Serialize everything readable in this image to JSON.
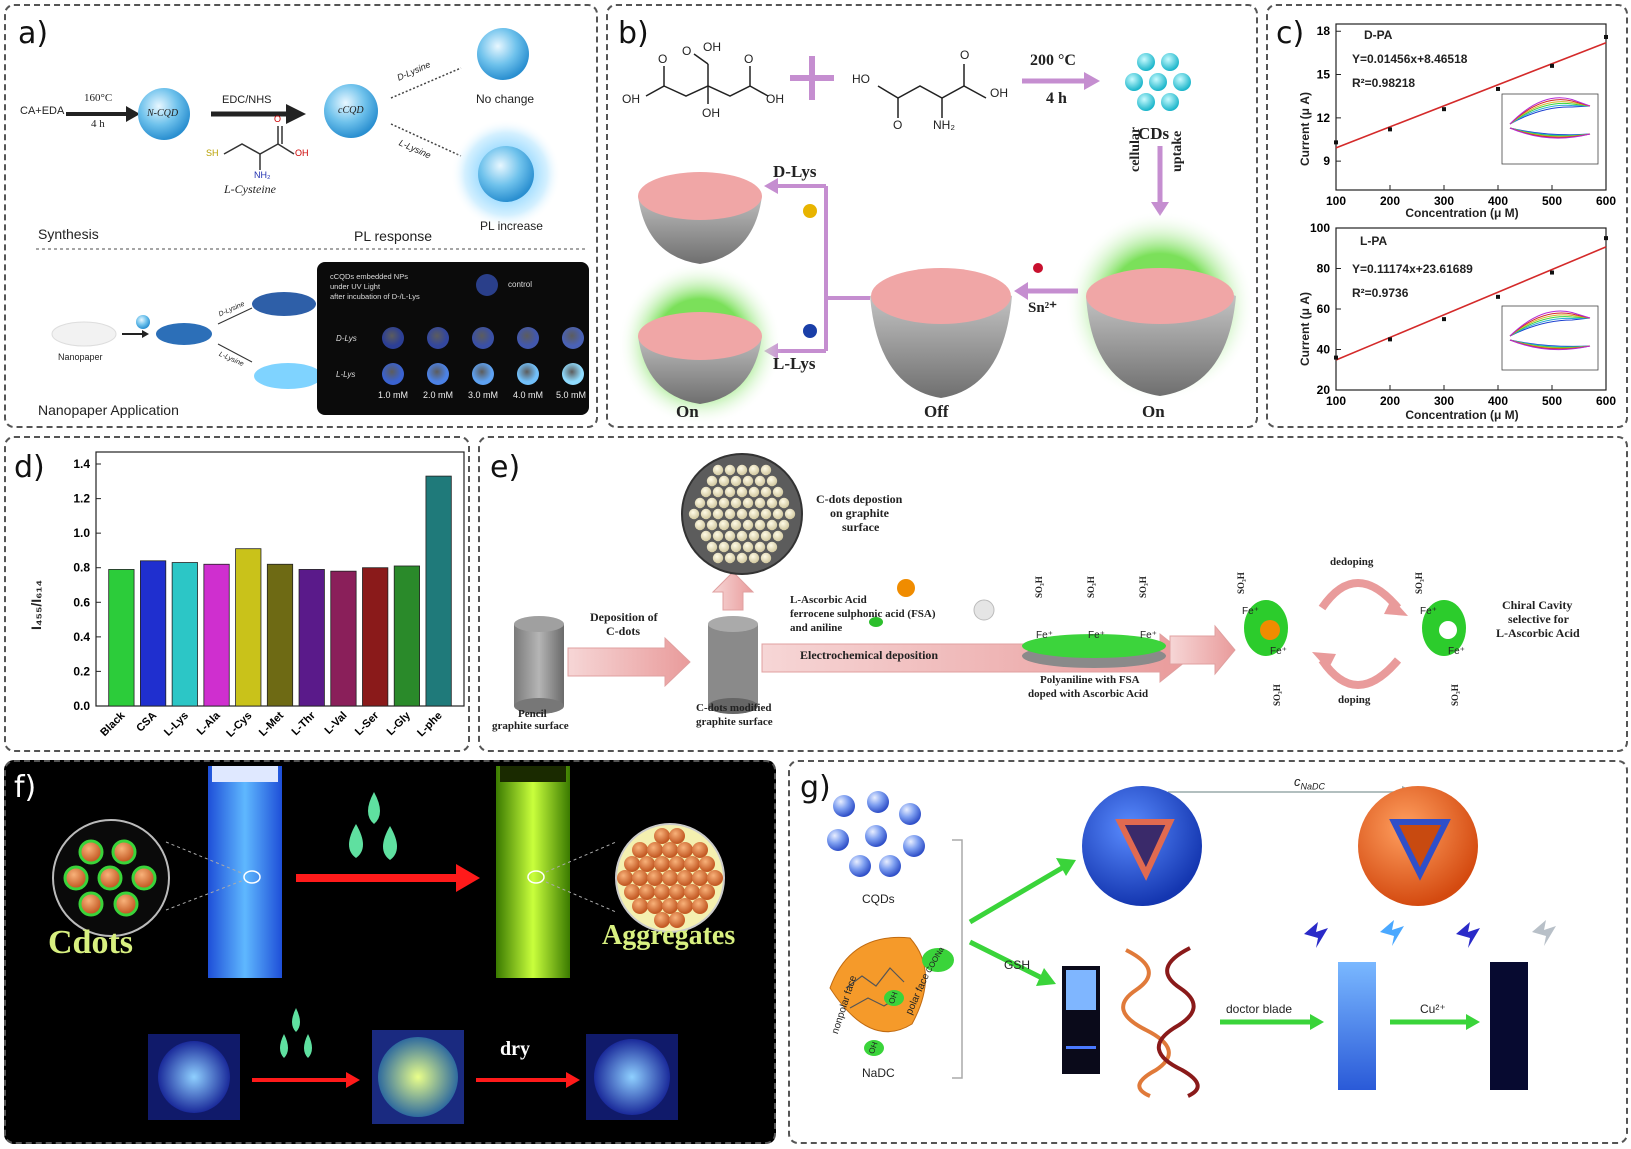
{
  "panels": {
    "a": {
      "label": "a)",
      "reactants": "CA+EDA",
      "cond_temp": "160°C",
      "cond_time": "4 h",
      "ncqd": "N-CQD",
      "edc": "EDC/NHS",
      "cys_sh": "SH",
      "cys_oh": "OH",
      "cys_nh2": "NH₂",
      "cys_name": "L-Cysteine",
      "ccqd": "cCQD",
      "dlys": "D-Lysine",
      "llys": "L-Lysine",
      "no_change": "No change",
      "pl_increase": "PL increase",
      "synthesis": "Synthesis",
      "pl_response": "PL response",
      "nanopaper": "Nanopaper",
      "np_dlys": "D-Lysine",
      "np_llys": "L-Lysine",
      "app_title": "Nanopaper Application",
      "inset_lines": [
        "cCQDs embedded NPs",
        "under UV Light",
        "after incubation of D-/L-Lys"
      ],
      "control": "control",
      "row_d": "D-Lys",
      "row_l": "L-Lys",
      "concs": [
        "1.0 mM",
        "2.0 mM",
        "3.0 mM",
        "4.0 mM",
        "5.0 mM"
      ]
    },
    "b": {
      "label": "b)",
      "oh1": "OH",
      "oh2": "OH",
      "oh3": "OH",
      "oh4": "OH",
      "ho": "HO",
      "oh5": "OH",
      "o1": "O",
      "o2": "O",
      "o3": "O",
      "o4": "O",
      "o5": "O",
      "nh2": "NH₂",
      "cond_temp": "200 °C",
      "cond_time": "4 h",
      "cds": "CDs",
      "uptake1": "cellular",
      "uptake2": "uptake",
      "dlys": "D-Lys",
      "llys": "L-Lys",
      "sn": "Sn²⁺",
      "on1": "On",
      "off": "Off",
      "on2": "On"
    },
    "c": {
      "label": "c)",
      "xlabel": "Concentration (μ M)",
      "ylabel": "Current (μ A)",
      "top_title": "D-PA",
      "top_eq": "Y=0.01456x+8.46518",
      "top_r2": "R²=0.98218",
      "bot_title": "L-PA",
      "bot_eq": "Y=0.11174x+23.61689",
      "bot_r2": "R²=0.9736"
    },
    "d": {
      "label": "d)",
      "ylabel": "I₄₅₅/I₆₁₄"
    },
    "e": {
      "label": "e)",
      "cdots_dep": [
        "C-dots depostion",
        "on graphite",
        "surface"
      ],
      "pencil": [
        "Pencil",
        "graphite surface"
      ],
      "deposition": [
        "Deposition of",
        "C-dots"
      ],
      "cmod": [
        "C-dots modified",
        "graphite surface"
      ],
      "ascorbic": "L-Ascorbic Acid",
      "fsa": "ferrocene sulphonic acid (FSA)",
      "aniline": "and aniline",
      "electro": "Electrochemical deposition",
      "poly": [
        "Polyaniline with FSA",
        "doped with Ascorbic Acid"
      ],
      "so3h": "SO₃H",
      "fe": "Fe⁺",
      "dedoping": "dedoping",
      "doping": "doping",
      "chiral": [
        "Chiral Cavity",
        "selective for",
        "L-Ascorbic Acid"
      ]
    },
    "f": {
      "label": "f)",
      "cdots": "Cdots",
      "aggregates": "Aggregates",
      "dry": "dry"
    },
    "g": {
      "label": "g)",
      "cnadc": "c",
      "cnadc_sub": "NaDC",
      "cqds": "CQDs",
      "nonpolar": "nonpolar face",
      "polar": "polar face",
      "coona": "COONa",
      "oh1": "OH",
      "oh2": "OH",
      "nadc": "NaDC",
      "gsh": "GSH",
      "doctor": "doctor blade",
      "cu": "Cu²⁺"
    }
  },
  "chart_data": [
    {
      "type": "scatter",
      "title": "D-PA",
      "xlabel": "Concentration (μ M)",
      "ylabel": "Current (μ A)",
      "xlim": [
        100,
        600
      ],
      "ylim": [
        7,
        18.5
      ],
      "xticks": [
        100,
        200,
        300,
        400,
        500,
        600
      ],
      "yticks": [
        9,
        12,
        15,
        18
      ],
      "points": [
        [
          100,
          10.3
        ],
        [
          200,
          11.2
        ],
        [
          300,
          12.6
        ],
        [
          400,
          14.0
        ],
        [
          500,
          15.6
        ],
        [
          600,
          17.6
        ]
      ],
      "fit": {
        "slope": 0.01456,
        "intercept": 8.46518
      },
      "annotations": [
        "Y=0.01456x+8.46518",
        "R²=0.98218"
      ]
    },
    {
      "type": "scatter",
      "title": "L-PA",
      "xlabel": "Concentration (μ M)",
      "ylabel": "Current (μ A)",
      "xlim": [
        100,
        600
      ],
      "ylim": [
        20,
        100
      ],
      "xticks": [
        100,
        200,
        300,
        400,
        500,
        600
      ],
      "yticks": [
        20,
        40,
        60,
        80,
        100
      ],
      "points": [
        [
          100,
          36
        ],
        [
          200,
          45
        ],
        [
          300,
          55
        ],
        [
          400,
          66
        ],
        [
          500,
          78
        ],
        [
          600,
          95
        ]
      ],
      "fit": {
        "slope": 0.11174,
        "intercept": 23.61689
      },
      "annotations": [
        "Y=0.11174x+23.61689",
        "R²=0.9736"
      ]
    },
    {
      "type": "bar",
      "ylabel": "I₄₅₅/I₆₁₄",
      "ylim": [
        0.0,
        1.4
      ],
      "yticks": [
        "0.0",
        "0.2",
        "0.4",
        "0.6",
        "0.8",
        "1.0",
        "1.2",
        "1.4"
      ],
      "categories": [
        "Black",
        "CSA",
        "L-Lys",
        "L-Ala",
        "L-Cys",
        "L-Met",
        "L-Thr",
        "L-Val",
        "L-Ser",
        "L-Gly",
        "L-phe"
      ],
      "values": [
        0.79,
        0.84,
        0.83,
        0.82,
        0.91,
        0.82,
        0.79,
        0.78,
        0.8,
        0.81,
        1.33
      ],
      "colors": [
        "#2ccc3a",
        "#1f2fcf",
        "#2cc6c6",
        "#cf2fcf",
        "#c9c21a",
        "#6e6a14",
        "#5a1a8a",
        "#8a1f5a",
        "#8a1a1a",
        "#2a8a2a",
        "#1f7a7a"
      ],
      "grid": false
    }
  ]
}
